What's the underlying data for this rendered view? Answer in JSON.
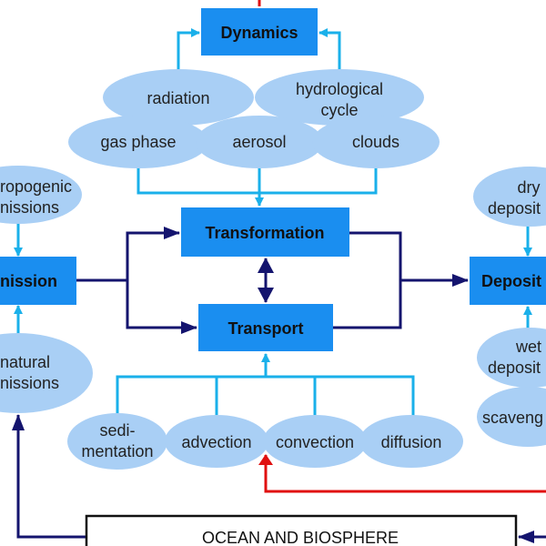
{
  "colors": {
    "box": "#1a8ef0",
    "ellipse": "#a9cff5",
    "light_arrow": "#1ab0ea",
    "dark_arrow": "#14146e",
    "red_arrow": "#e01010"
  },
  "boxes": {
    "dynamics": "Dynamics",
    "transformation": "Transformation",
    "transport": "Transport",
    "emission": "nission",
    "deposition": "Deposit",
    "ocean": "OCEAN AND BIOSPHERE"
  },
  "ellipses": {
    "radiation": [
      "radiation"
    ],
    "hydrological": [
      "hydrological",
      "cycle"
    ],
    "gas_phase": [
      "gas phase"
    ],
    "aerosol": [
      "aerosol"
    ],
    "clouds": [
      "clouds"
    ],
    "anthropogenic": [
      "ropogenic",
      "nissions"
    ],
    "natural": [
      "natural",
      "nissions"
    ],
    "dry": [
      "dry",
      "deposit"
    ],
    "wet": [
      "wet",
      "deposit"
    ],
    "scavenging": [
      "scaveng"
    ],
    "sedimentation": [
      "sedi-",
      "mentation"
    ],
    "advection": [
      "advection"
    ],
    "convection": [
      "convection"
    ],
    "diffusion": [
      "diffusion"
    ]
  }
}
